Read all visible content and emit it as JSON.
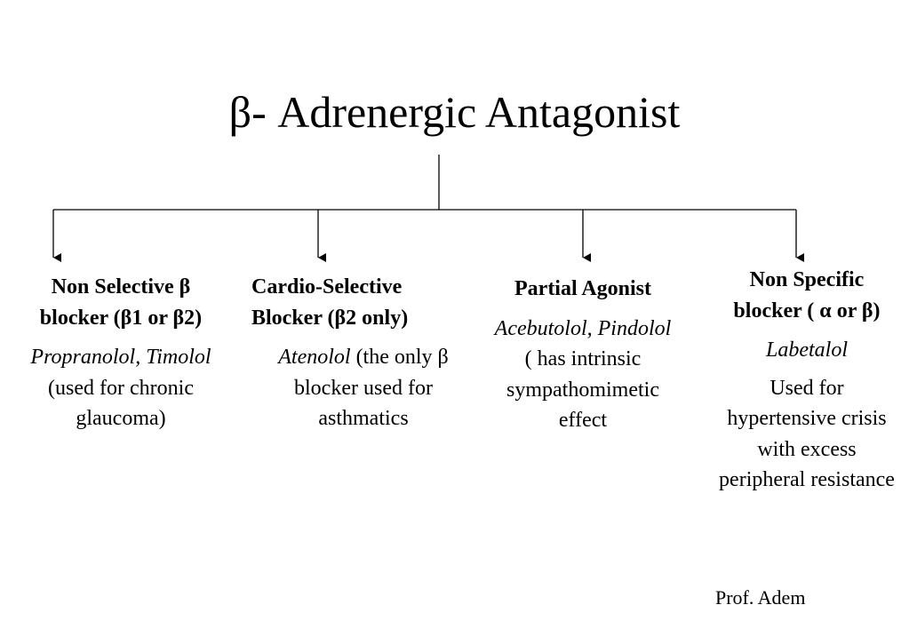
{
  "title": "β- Adrenergic Antagonist",
  "categories": [
    {
      "heading_line1": "Non Selective β",
      "heading_line2": "blocker (β1 or β2)",
      "drugs": "Propranolol, Timolol",
      "note_line1": "(used for chronic",
      "note_line2": "glaucoma)"
    },
    {
      "heading_line1": "Cardio-Selective",
      "heading_line2": "Blocker (β2 only)",
      "drugs": "Atenolol",
      "note_line1": " (the only β",
      "note_line2": "blocker used for",
      "note_line3": "asthmatics"
    },
    {
      "heading_line1": "Partial Agonist",
      "drugs": "Acebutolol, Pindolol",
      "note_line1": "( has intrinsic",
      "note_line2": "sympathomimetic",
      "note_line3": "effect"
    },
    {
      "heading_line1": "Non Specific",
      "heading_line2": "blocker ( α or β)",
      "drugs": "Labetalol",
      "note_line1": "Used for",
      "note_line2": "hypertensive crisis",
      "note_line3": "with excess",
      "note_line4": "peripheral resistance"
    }
  ],
  "footer": "Prof. Adem"
}
